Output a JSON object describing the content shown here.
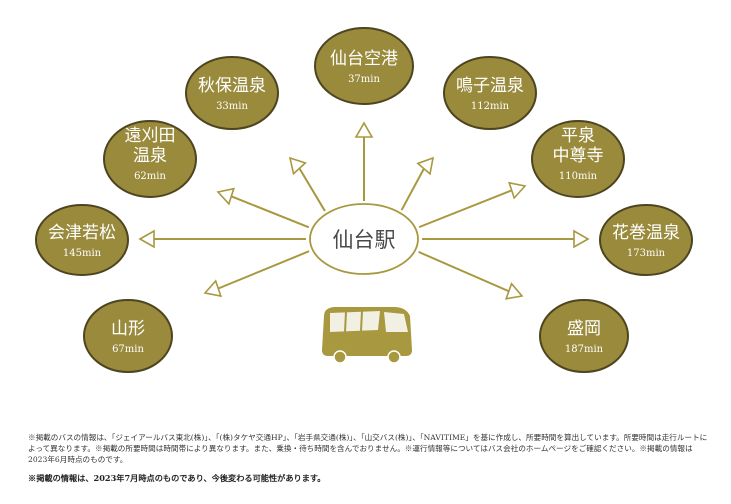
{
  "hub": {
    "name": "仙台駅"
  },
  "destinations": [
    {
      "id": "sendai-airport",
      "lines": [
        "仙台空港"
      ],
      "time": "37min"
    },
    {
      "id": "akiu-onsen",
      "lines": [
        "秋保温泉"
      ],
      "time": "33min"
    },
    {
      "id": "naruko-onsen",
      "lines": [
        "鳴子温泉"
      ],
      "time": "112min"
    },
    {
      "id": "tokatta-onsen",
      "lines": [
        "遠刈田",
        "温泉"
      ],
      "time": "62min"
    },
    {
      "id": "hiraizumi-chusonji",
      "lines": [
        "平泉",
        "中尊寺"
      ],
      "time": "110min"
    },
    {
      "id": "aizu-wakamatsu",
      "lines": [
        "会津若松"
      ],
      "time": "145min"
    },
    {
      "id": "hanamaki-onsen",
      "lines": [
        "花巻温泉"
      ],
      "time": "173min"
    },
    {
      "id": "yamagata",
      "lines": [
        "山形"
      ],
      "time": "67min"
    },
    {
      "id": "morioka",
      "lines": [
        "盛岡"
      ],
      "time": "187min"
    }
  ],
  "colors": {
    "oval_fill": "#9a8a3c",
    "oval_stroke": "#4d4420",
    "arrow_stroke": "#a8983f",
    "bus_fill": "#a8983f"
  },
  "icons": {
    "bus": "bus-icon"
  },
  "footnotes": {
    "note1": "※掲載のバスの情報は、「ジェイアールバス東北(株)」、「(株)タケヤ交通HP」、「岩手県交通(株)」、「山交バス(株)」、「NAVITIME」を基に作成し、所要時間を算出しています。所要時間は走行ルートによって異なります。※掲載の所要時間は時間帯により異なります。また、乗換・待ち時間を含んでおりません。※運行情報等についてはバス会社のホームページをご確認ください。※掲載の情報は2023年6月時点のものです。",
    "note2": "※掲載の情報は、2023年7月時点のものであり、今後変わる可能性があります。"
  }
}
